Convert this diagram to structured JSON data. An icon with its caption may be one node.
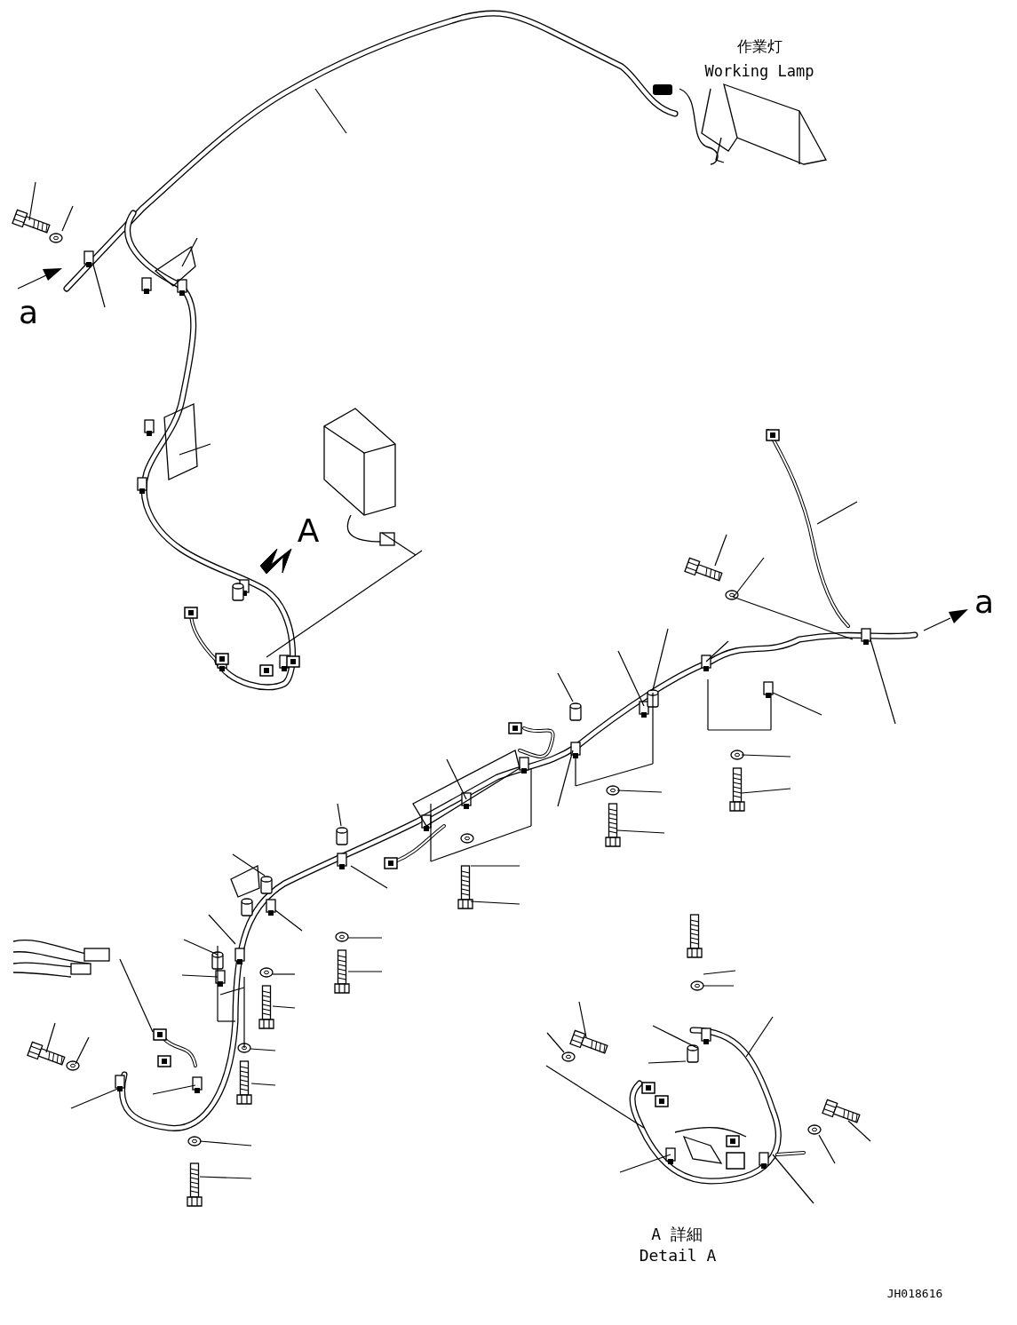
{
  "diagram": {
    "labels": [
      "作業灯",
      "Working Lamp",
      "a",
      "A",
      "a",
      "A 詳細",
      "Detail A",
      "JH018616"
    ]
  }
}
